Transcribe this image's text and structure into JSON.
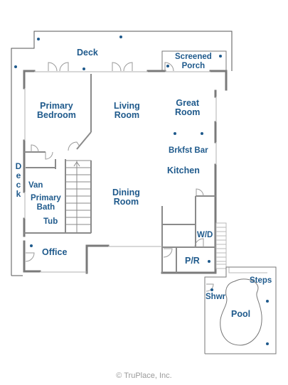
{
  "rooms": {
    "deck": "Deck",
    "screened_porch": [
      "Screened",
      "Porch"
    ],
    "primary_bedroom": [
      "Primary",
      "Bedroom"
    ],
    "living_room": [
      "Living",
      "Room"
    ],
    "great_room": [
      "Great",
      "Room"
    ],
    "brkfst_bar": "Brkfst Bar",
    "kitchen": "Kitchen",
    "side_deck": "Deck",
    "van": "Van",
    "primary_bath": [
      "Primary",
      "Bath"
    ],
    "tub": "Tub",
    "dining_room": [
      "Dining",
      "Room"
    ],
    "wd": "W/D",
    "pr": "P/R",
    "office": "Office",
    "steps": "Steps",
    "shwr": "Shwr",
    "pool": "Pool"
  },
  "copyright": "© TruPlace, Inc.",
  "colors": {
    "wall": "#7a7a7a",
    "label": "#1f5a8c",
    "light_line": "#b0b0b0",
    "green_trim": "#c7d9a8",
    "dot": "#1f5a8c"
  }
}
